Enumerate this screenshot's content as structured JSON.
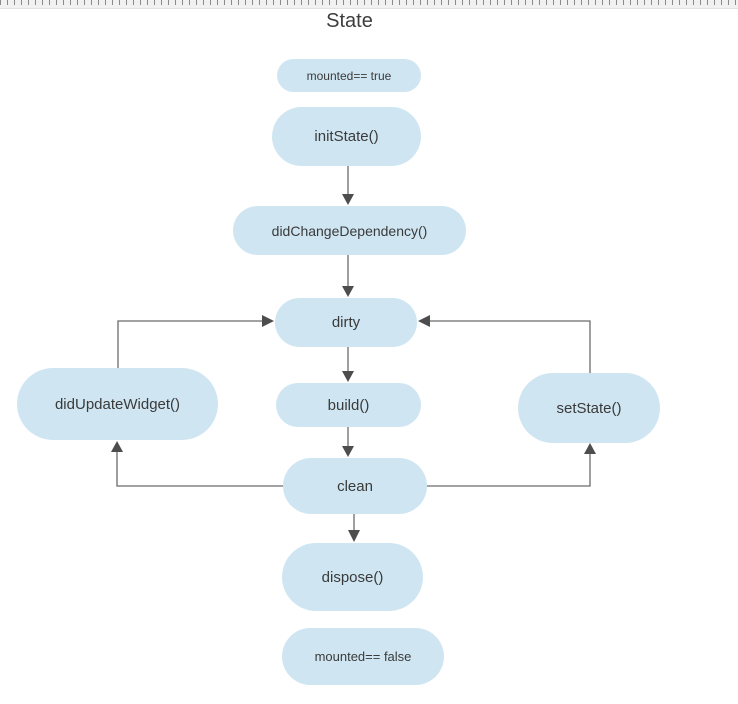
{
  "title": "State",
  "nodes": {
    "mounted_true": {
      "label": "mounted== true"
    },
    "init_state": {
      "label": "initState()"
    },
    "did_change_dependency": {
      "label": "didChangeDependency()"
    },
    "dirty": {
      "label": "dirty"
    },
    "build": {
      "label": "build()"
    },
    "did_update_widget": {
      "label": "didUpdateWidget()"
    },
    "set_state": {
      "label": "setState()"
    },
    "clean": {
      "label": "clean"
    },
    "dispose": {
      "label": "dispose()"
    },
    "mounted_false": {
      "label": "mounted== false"
    }
  },
  "edges": [
    {
      "from": "init_state",
      "to": "did_change_dependency"
    },
    {
      "from": "did_change_dependency",
      "to": "dirty"
    },
    {
      "from": "dirty",
      "to": "build"
    },
    {
      "from": "build",
      "to": "clean"
    },
    {
      "from": "clean",
      "to": "dispose"
    },
    {
      "from": "did_update_widget",
      "to": "dirty"
    },
    {
      "from": "clean",
      "to": "did_update_widget"
    },
    {
      "from": "set_state",
      "to": "dirty"
    },
    {
      "from": "clean",
      "to": "set_state"
    }
  ],
  "colors": {
    "node_fill": "#cfe6f2",
    "node_text": "#3a3a3a",
    "line_color": "#6b6b6b",
    "arrow_color": "#4d4d4d",
    "title_color": "#3d3d3d"
  }
}
